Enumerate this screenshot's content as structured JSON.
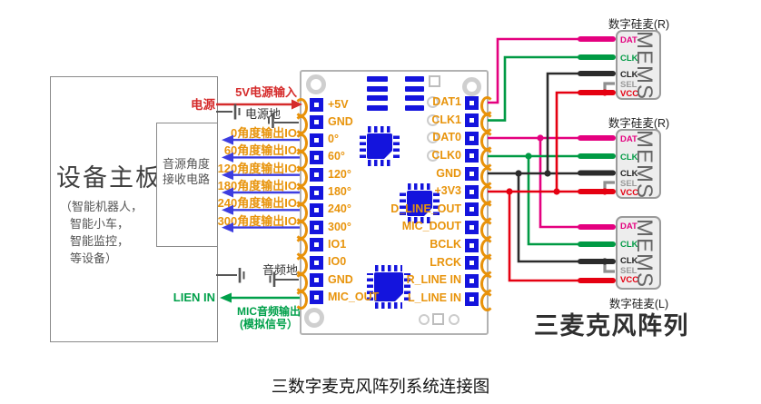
{
  "device_box": {
    "title": "设备主板",
    "notes": [
      "（智能机器人，",
      "智能小车，",
      "智能监控，",
      "等设备）"
    ],
    "inner_circuit_lines": [
      "音源角度",
      "接收电路"
    ]
  },
  "power": {
    "source_label": "电源",
    "input_label": "5V电源输入",
    "ground_label": "电源地"
  },
  "audio": {
    "ground_label": "音频地",
    "line_in_label": "LIEN IN",
    "mic_out_label": "MIC音频输出",
    "mic_out_note": "(模拟信号）"
  },
  "angle_outputs": [
    "0角度输出IO",
    "60角度输出IO",
    "120角度输出IO",
    "180角度输出IO",
    "240角度输出IO",
    "300角度输出IO"
  ],
  "board": {
    "left_pins": [
      "+5V",
      "GND",
      "0°",
      "60°",
      "120°",
      "180°",
      "240°",
      "300°",
      "IO1",
      "IO0",
      "GND",
      "MIC_OUT"
    ],
    "right_pins": [
      "DAT1",
      "CLK1",
      "DAT0",
      "CLK0",
      "GND",
      "+3V3",
      "D_LINE_OUT",
      "MIC_DOUT",
      "BCLK",
      "LRCK",
      "R_LINE IN",
      "L_LINE IN"
    ]
  },
  "mems_modules": [
    {
      "title": "数字硅麦(R)",
      "chip_label": "MEMS",
      "pins": [
        {
          "label": "DAT",
          "color": "#e4007f"
        },
        {
          "label": "CLK",
          "color": "#009a44"
        },
        {
          "label": "CLK",
          "color": "#222222"
        },
        {
          "label": "SEL",
          "color": "#9a9a9a"
        },
        {
          "label": "VCC",
          "color": "#e50011"
        }
      ]
    },
    {
      "title": "数字硅麦(R)",
      "chip_label": "MEMS",
      "pins": [
        {
          "label": "DAT",
          "color": "#e4007f"
        },
        {
          "label": "CLK",
          "color": "#009a44"
        },
        {
          "label": "CLK",
          "color": "#222222"
        },
        {
          "label": "SEL",
          "color": "#9a9a9a"
        },
        {
          "label": "VCC",
          "color": "#e50011"
        }
      ]
    },
    {
      "title": "数字硅麦(L)",
      "chip_label": "MEMS",
      "pins": [
        {
          "label": "DAT",
          "color": "#e4007f"
        },
        {
          "label": "CLK",
          "color": "#009a44"
        },
        {
          "label": "CLK",
          "color": "#222222"
        },
        {
          "label": "SEL",
          "color": "#9a9a9a"
        },
        {
          "label": "VCC",
          "color": "#e50011"
        }
      ]
    }
  ],
  "array_label": "三麦克风阵列",
  "caption": "三数字麦克风阵列系统连接图",
  "colors": {
    "wire_magenta": "#e4007f",
    "wire_green": "#009a44",
    "wire_red": "#e50011",
    "wire_black": "#2b2b2b",
    "wire_sel_gray": "#8f8f8f",
    "arrow_blue": "#3d3de0",
    "pad_blue": "#1414dd",
    "label_orange": "#e8940c"
  }
}
